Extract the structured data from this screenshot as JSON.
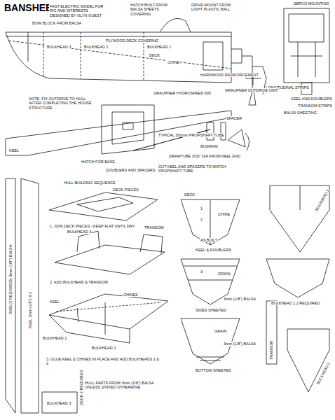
{
  "diagram": {
    "title": "BANSHEE",
    "labels": [
      "FAST ELECTRIC MODEL FOR R/C AND INTERESTS DESIGNED BY GLYN GUEST",
      "BOW BLOCK FROM BALSA",
      "HATCH BUILT FROM BALSA SHEETS COVERING",
      "DRIVE MOUNT FROM LIGHT PLASTIC BALL",
      "SERVO MOUNTING",
      "PLYWOOD DECK COVERING",
      "BULKHEAD 3",
      "BULKHEAD 2",
      "BULKHEAD 1",
      "DECK",
      "CHINE",
      "HARDWOOD REINFORCEMENT",
      "LONGITUDINAL STRIPS",
      "KEEL AND DOUBLERS",
      "TRANSOM STRIPS",
      "BALSA SHEETING",
      "GRAUPNER OUTDRIVE UNIT",
      "NOTE: FIX OUTDRIVE TO HULL AFTER COMPLETING THE HOUSE STRUCTURE",
      "GRAUPNER HYDROSPEED 600",
      "TYPICAL 300mm PROPSHAFT TUBE",
      "BUSHING",
      "SPACER",
      "DRAWTUBE 3/16\" DIA FROM KEEL END",
      "CUT KEEL AND SPACERS TO MATCH PROPSHAFT TUBE",
      "HATCH FOR BASE",
      "DOUBLERS AND SPACERS",
      "KEEL",
      "HULL BUILDING SEQUENCE",
      "DECK PIECES",
      "1. JOIN DECK PIECES - KEEP FLAT UNTIL DRY",
      "BULKHEAD 3",
      "TRANSOM",
      "2. ADD BULKHEAD & TRANSOM",
      "KEEL",
      "CHINES",
      "BULKHEAD 1",
      "BULKHEAD 2",
      "3. GLUE KEEL & CHINES IN PLACE AND ADD BULKHEADS 1 & 2",
      "DECK",
      "1",
      "CHINE",
      "AS BUILT",
      "KEEL & DOUBLERS",
      "3",
      "GRAIN",
      "SIDES SHEETED",
      "3mm (1/8\") BALSA",
      "2",
      "GRAIN",
      "3mm (1/8\") BALSA",
      "BOTTOM SHEETED",
      "BULKHEAD 3",
      "BULKHEAD 1 2 REQUIRED",
      "TRANSOM",
      "BULKHEAD 2",
      "SIDE (2 REQUIRED) 3mm (1/8\") BALSA",
      "KEEL 3mm (1/8\") X 2",
      "DECK 2 REQUIRED",
      "HULL PARTS FROM 3mm (1/8\") BALSA UNLESS STATED OTHERWISE",
      "BULKHEAD 3"
    ]
  }
}
